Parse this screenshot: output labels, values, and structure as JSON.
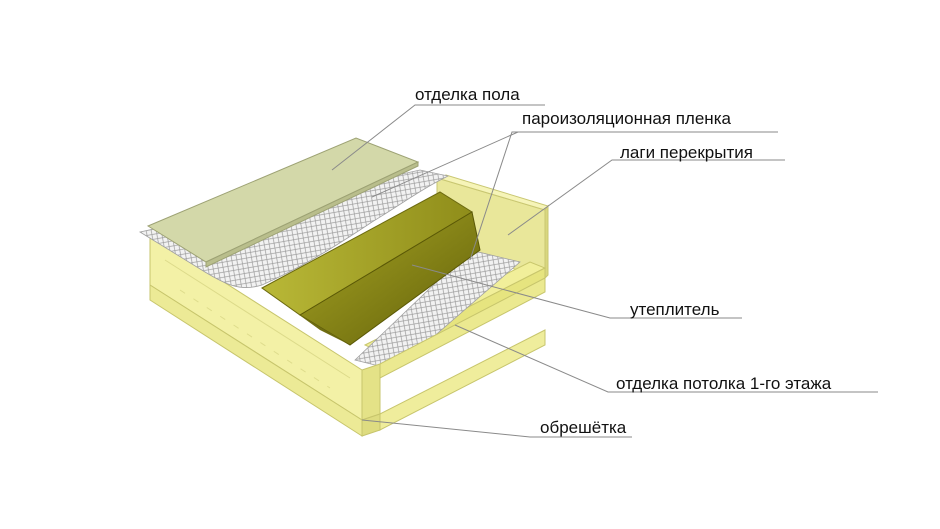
{
  "labels": {
    "floor_finish": "отделка пола",
    "vapor_film": "пароизоляционная пленка",
    "joists": "лаги перекрытия",
    "insulation": "утеплитель",
    "ceiling_finish": "отделка потолка 1-го этажа",
    "battens": "обрешётка"
  },
  "colors": {
    "timber": "#f4f2a8",
    "timber_dark": "#d8d67a",
    "floorboard": "#d2d7a6",
    "insulation": "#8d8b1e",
    "membrane": "#eeeeee",
    "leader": "#8a8a8a"
  }
}
